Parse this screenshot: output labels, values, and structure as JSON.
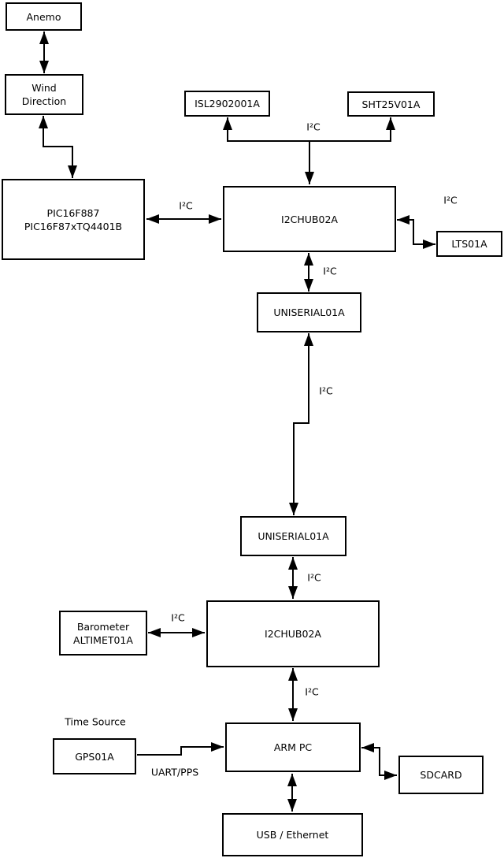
{
  "diagram": {
    "nodes": {
      "anemo": {
        "label": "Anemo"
      },
      "wind_direction": {
        "line1": "Wind",
        "line2": "Direction"
      },
      "pic": {
        "line1": "PIC16F887",
        "line2": "PIC16F87xTQ4401B"
      },
      "isl": {
        "label": "ISL2902001A"
      },
      "sht": {
        "label": "SHT25V01A"
      },
      "hub1": {
        "label": "I2CHUB02A"
      },
      "lts": {
        "label": "LTS01A"
      },
      "uniserial1": {
        "label": "UNISERIAL01A"
      },
      "uniserial2": {
        "label": "UNISERIAL01A"
      },
      "hub2": {
        "label": "I2CHUB02A"
      },
      "barometer": {
        "line1": "Barometer",
        "line2": "ALTIMET01A"
      },
      "gps": {
        "label": "GPS01A"
      },
      "arm_pc": {
        "label": "ARM PC"
      },
      "sdcard": {
        "label": "SDCARD"
      },
      "usb": {
        "label": "USB / Ethernet"
      }
    },
    "edge_labels": {
      "bus_top": "I²C",
      "pic_hub1": "I²C",
      "hub1_lts": "I²C",
      "hub1_uniserial1": "I²C",
      "uniserial1_uniserial2": "I²C",
      "uniserial2_hub2": "I²C",
      "barometer_hub2": "I²C",
      "hub2_armpc": "I²C",
      "gps_armpc": "UART/PPS"
    },
    "annotations": {
      "time_source": "Time Source"
    },
    "colors": {
      "line": "#000000",
      "background": "#ffffff",
      "box_fill": "#ffffff"
    }
  }
}
